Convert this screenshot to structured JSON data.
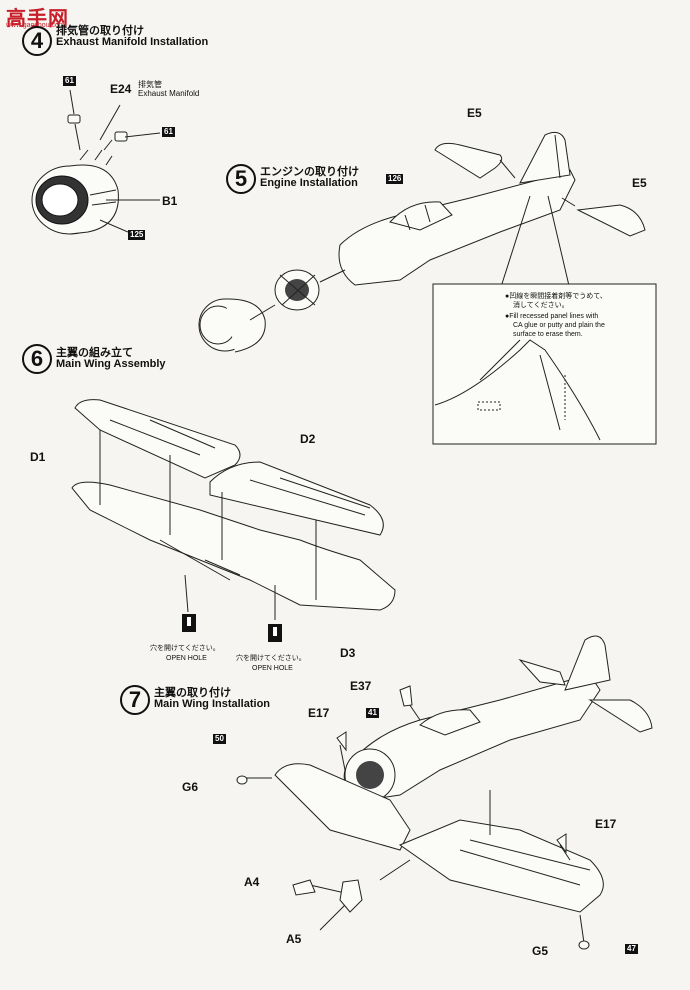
{
  "watermark": {
    "text": "高手网",
    "sub": "www.gaoshou.com"
  },
  "steps": [
    {
      "num": "4",
      "jp": "排気管の取り付け",
      "en": "Exhaust Manifold Installation"
    },
    {
      "num": "5",
      "jp": "エンジンの取り付け",
      "en": "Engine Installation"
    },
    {
      "num": "6",
      "jp": "主翼の組み立て",
      "en": "Main Wing Assembly"
    },
    {
      "num": "7",
      "jp": "主翼の取り付け",
      "en": "Main Wing Installation"
    }
  ],
  "step4": {
    "parts": {
      "e24": "E24",
      "e24_jp": "排気管",
      "e24_en": "Exhaust Manifold",
      "b1": "B1"
    },
    "color_codes": {
      "c61a": "61",
      "c61b": "61",
      "c125": "125"
    }
  },
  "step5": {
    "parts": {
      "e5_top": "E5",
      "e5_right": "E5"
    },
    "color_codes": {
      "c126": "126"
    },
    "note": {
      "jp1": "●凹線を瞬間接着剤等でうめて、",
      "jp2": "消してください。",
      "en1": "●Fill recessed panel lines with",
      "en2": "CA glue or putty and plain the",
      "en3": "surface to erase them."
    }
  },
  "step6": {
    "parts": {
      "d1": "D1",
      "d2": "D2",
      "d3": "D3"
    },
    "holes": [
      {
        "jp": "穴を開けてください。",
        "en": "OPEN HOLE"
      },
      {
        "jp": "穴を開けてください。",
        "en": "OPEN HOLE"
      }
    ]
  },
  "step7": {
    "parts": {
      "e37": "E37",
      "e17_left": "E17",
      "e17_right": "E17",
      "g6": "G6",
      "a4": "A4",
      "a5": "A5",
      "g5": "G5"
    },
    "color_codes": {
      "c41": "41",
      "c50": "50",
      "c47": "47"
    }
  }
}
